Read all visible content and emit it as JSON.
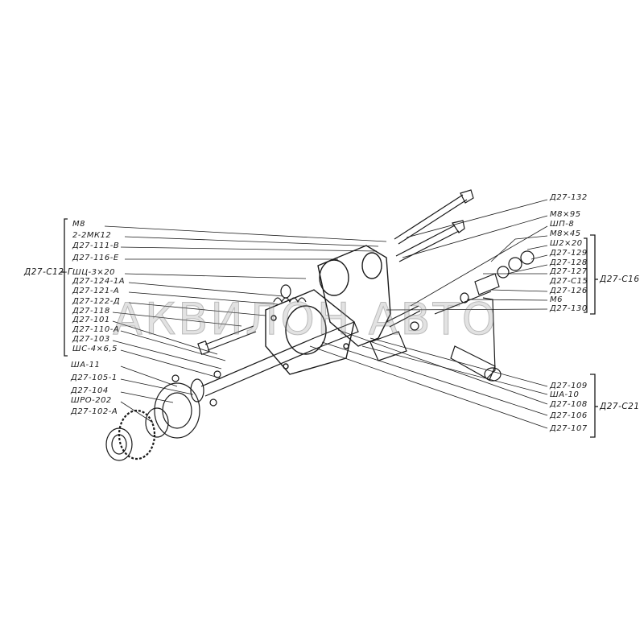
{
  "left_group": {
    "label": "Д27-С12-Г",
    "items": [
      "М8",
      "2-2МК12",
      "Д27-111-В",
      "Д27-116-Е",
      "ШЦ-3×20",
      "Д27-124-1А",
      "Д27-121-А",
      "Д27-122-Д",
      "Д27-118",
      "Д27-101",
      "Д27-110-А",
      "Д27-103",
      "ШС-4×6,5"
    ]
  },
  "left_loose": [
    "ША-11",
    "Д27-105-1",
    "Д27-104",
    "ШРО-202",
    "Д27-102-А"
  ],
  "right_top": [
    "Д27-132",
    "М8×95",
    "ШП-8",
    "М8×45"
  ],
  "right_group_c16": {
    "label": "Д27-С16",
    "items": [
      "Ш2×20",
      "Д27-129",
      "Д27-128",
      "Д27-127",
      "Д27-С15",
      "Д27-126",
      "М6",
      "Д27-130"
    ]
  },
  "right_group_c21": {
    "label": "Д27-С21",
    "items": [
      "Д27-109",
      "ША-10",
      "Д27-108",
      "Д27-106",
      "Д27-107"
    ]
  },
  "watermark": "АКВИЛОН АВТО"
}
